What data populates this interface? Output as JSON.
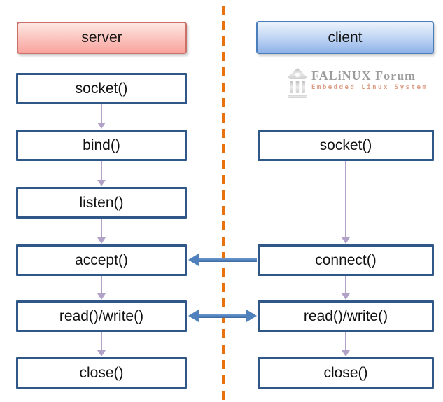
{
  "diagram": {
    "columns": {
      "server": {
        "header": "server",
        "boxes": [
          "socket()",
          "bind()",
          "listen()",
          "accept()",
          "read()/write()",
          "close()"
        ]
      },
      "client": {
        "header": "client",
        "boxes": [
          "socket()",
          "connect()",
          "read()/write()",
          "close()"
        ]
      }
    },
    "connections": {
      "server_flow": [
        {
          "from": "socket()",
          "to": "bind()"
        },
        {
          "from": "bind()",
          "to": "listen()"
        },
        {
          "from": "listen()",
          "to": "accept()"
        },
        {
          "from": "accept()",
          "to": "read()/write()"
        },
        {
          "from": "read()/write()",
          "to": "close()"
        }
      ],
      "client_flow": [
        {
          "from": "socket()",
          "to": "connect()"
        },
        {
          "from": "connect()",
          "to": "read()/write()"
        },
        {
          "from": "read()/write()",
          "to": "close()"
        }
      ],
      "cross": [
        {
          "from": "client connect()",
          "to": "server accept()",
          "direction": "left"
        },
        {
          "from": "server read()/write()",
          "to": "client read()/write()",
          "direction": "both"
        }
      ]
    },
    "watermark": {
      "title": "FALiNUX Forum",
      "subtitle": "Embedded Linux System"
    },
    "colors": {
      "server_header_fill_top": "#fde8e3",
      "server_header_fill_bottom": "#f9a49e",
      "server_header_border": "#cb6f69",
      "client_header_fill_top": "#eaf2fc",
      "client_header_fill_bottom": "#8fb3e8",
      "client_header_border": "#4a7ebb",
      "flow_box_border": "#2f5788",
      "flow_arrow": "#b2a2c7",
      "cross_arrow": "#4f81bd",
      "divider": "#e8720e",
      "watermark_title": "#9c9c9c",
      "watermark_subtitle": "#dc9d85"
    }
  }
}
